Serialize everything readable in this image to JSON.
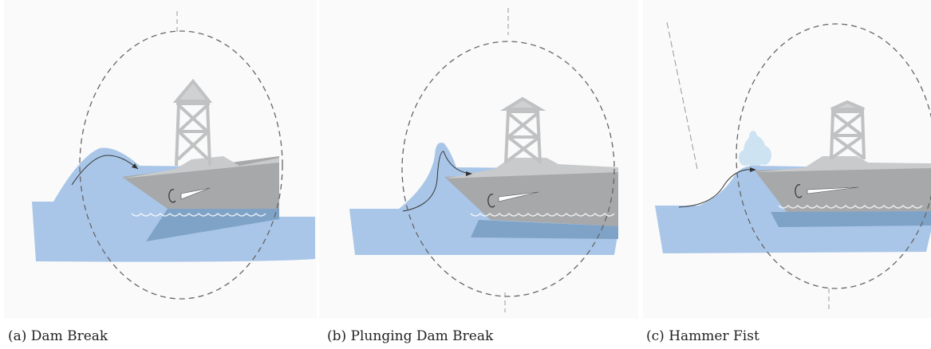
{
  "figure": {
    "panels": [
      {
        "id": "a",
        "caption": "(a) Dam Break"
      },
      {
        "id": "b",
        "caption": "(b) Plunging Dam Break"
      },
      {
        "id": "c",
        "caption": "(c) Hammer Fist"
      }
    ]
  },
  "colors": {
    "water": "#a9c6e8",
    "water_dark": "#7fa3c7",
    "hull": "#a6a8aa",
    "deck": "#c8cacc",
    "derrick": "#cfd1d3",
    "spray": "#cde3f2",
    "dashed": "#666666",
    "background": "#fafafa"
  },
  "icons": [
    "ship-hull",
    "derrick-tower",
    "wave-crest",
    "flow-arrow",
    "rotation-arrow"
  ]
}
